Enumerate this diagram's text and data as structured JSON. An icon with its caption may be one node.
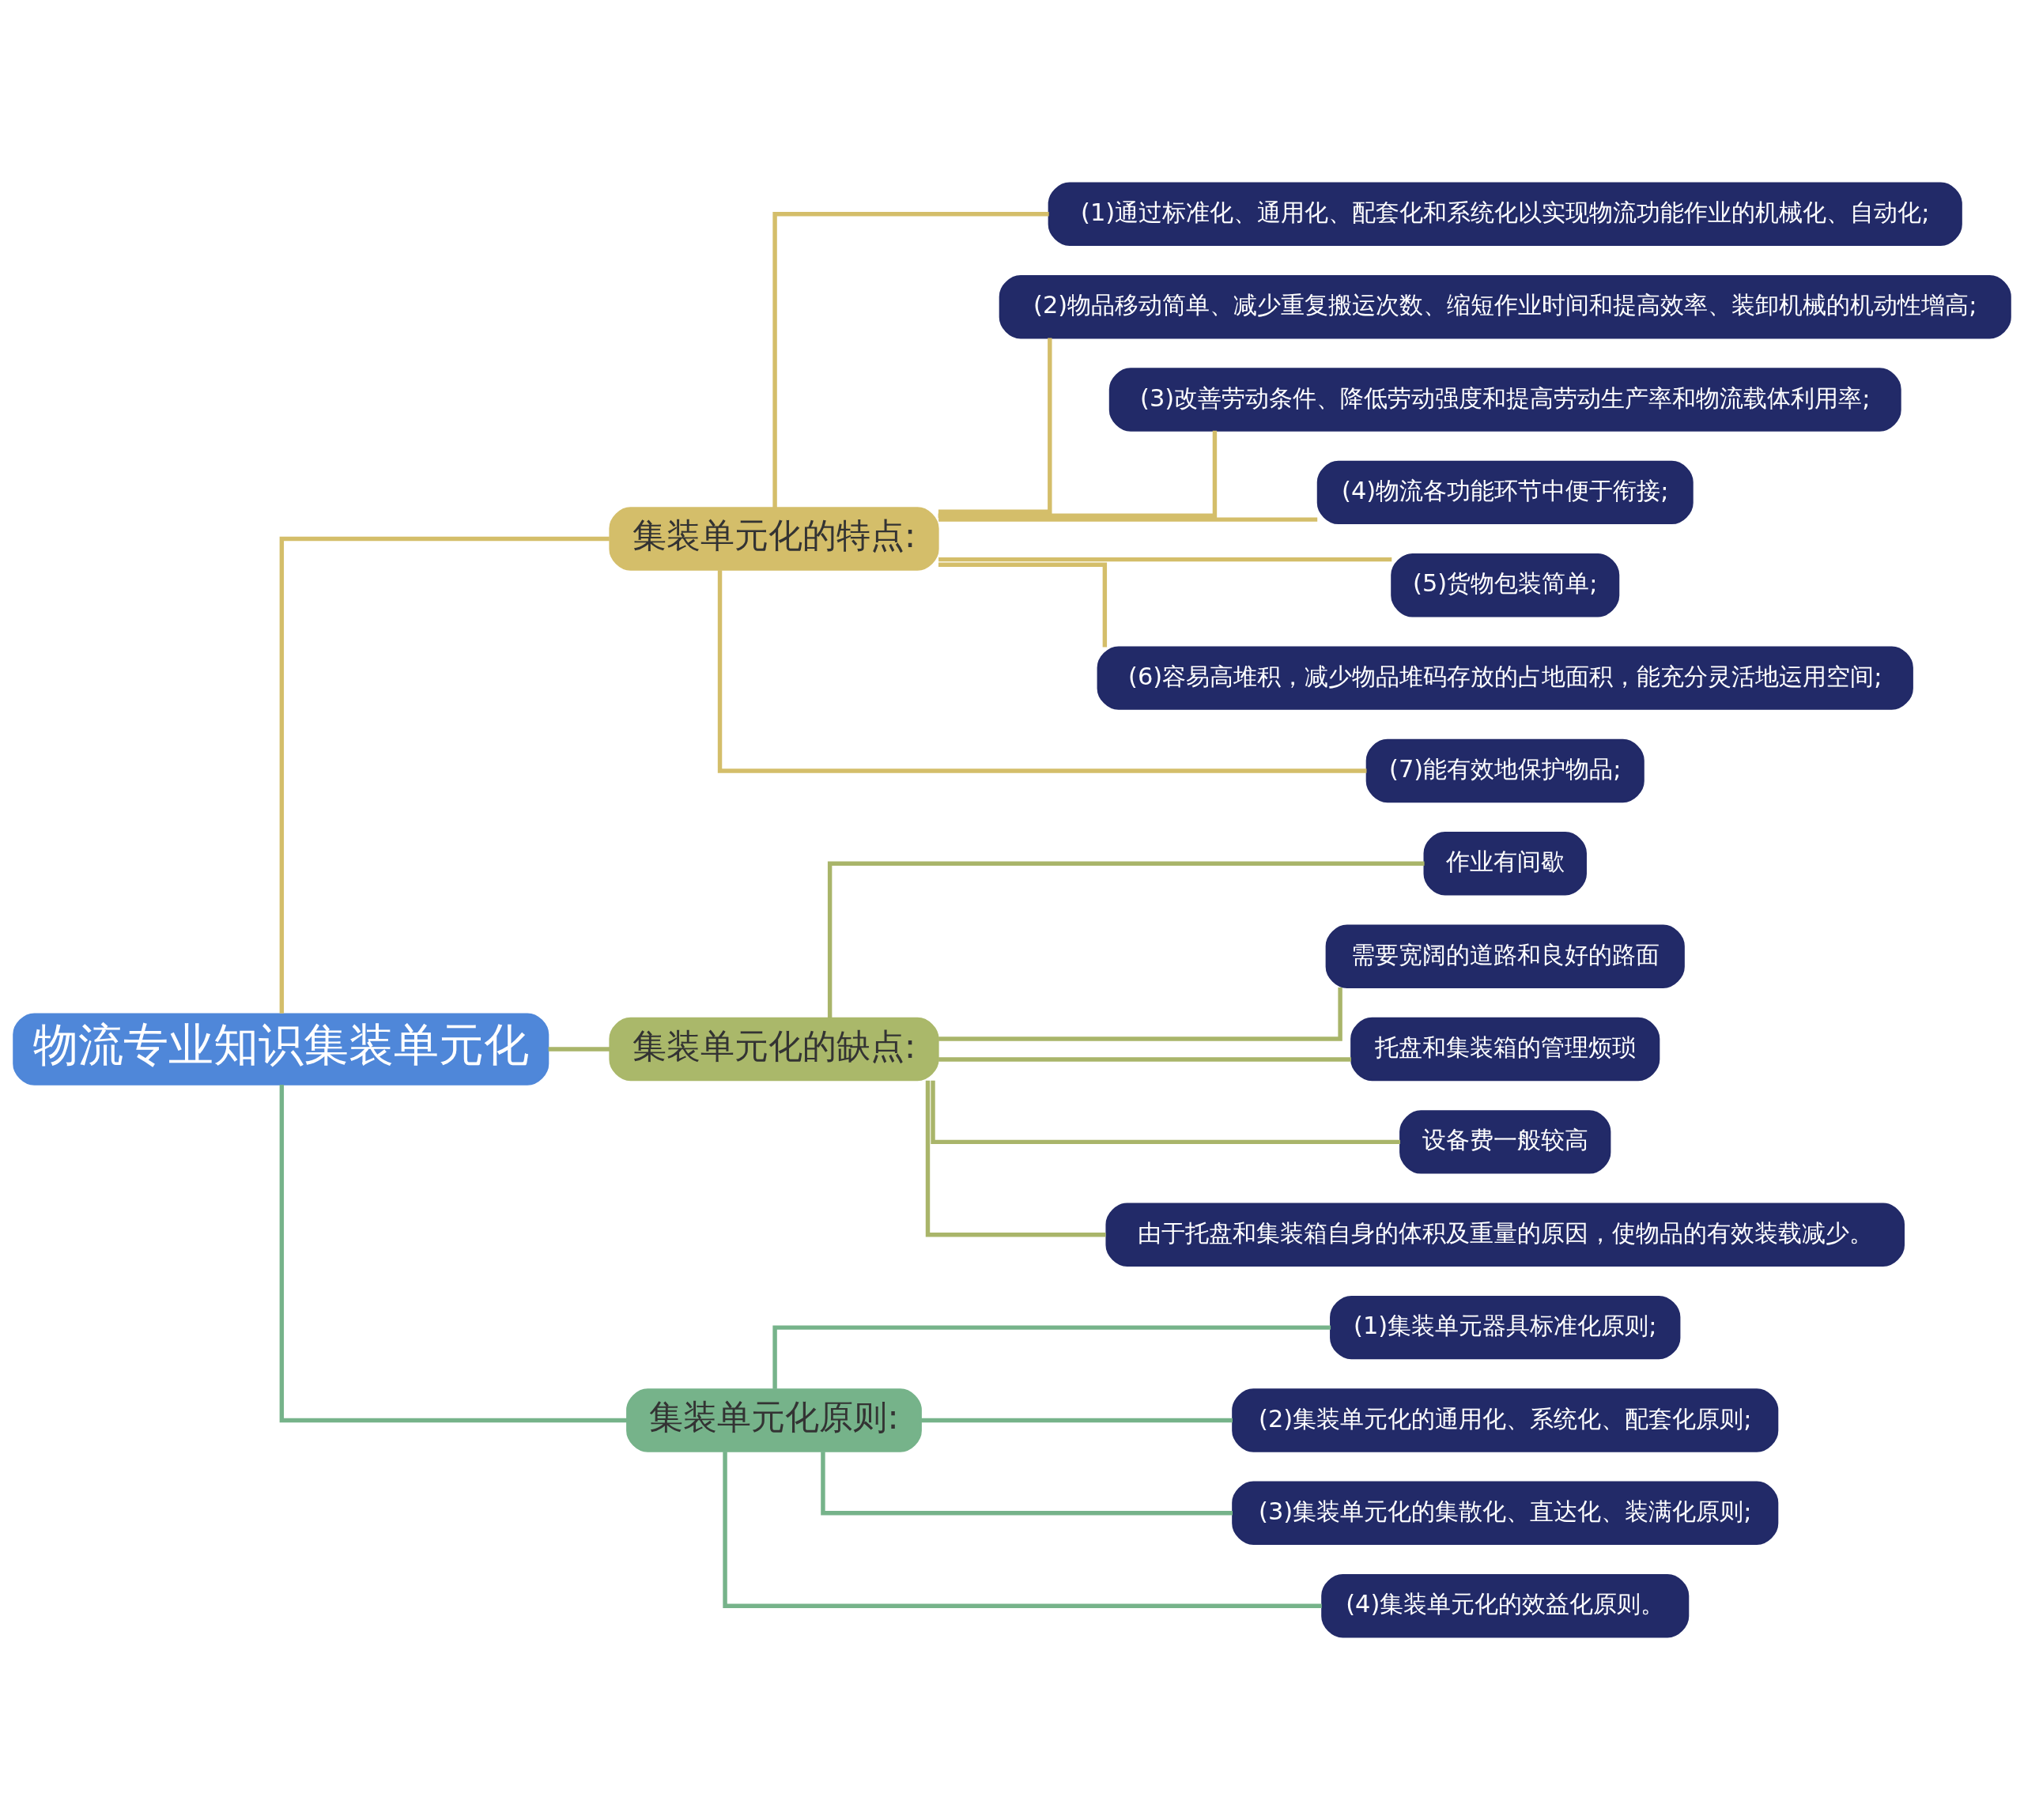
{
  "diagram": {
    "nodes": [
      {
        "text": [
          "物流专业知识集装单元化"
        ]
      },
      {
        "text": [
          "集装单元化的特点:"
        ]
      },
      {
        "text": [
          "(1)通过标准化、通用化、配套化和系统化以实现物流功能作业的机械化、自动化;"
        ]
      },
      {
        "text": [
          "(2)物品移动简单、减少重复搬运次数、缩短作业时间和提高效率、装卸机械的机动性增高;"
        ]
      },
      {
        "text": [
          "(3)改善劳动条件、降低劳动强度和提高劳动生产率和物流载体利用率;"
        ]
      },
      {
        "text": [
          "(4)物流各功能环节中便于衔接;"
        ]
      },
      {
        "text": [
          "(5)货物包装简单;"
        ]
      },
      {
        "text": [
          "(6)容易高堆积，减少物品堆码存放的占地面积，能充分灵活地运用空间;"
        ]
      },
      {
        "text": [
          "(7)能有效地保护物品;"
        ]
      },
      {
        "text": [
          "集装单元化的缺点:"
        ]
      },
      {
        "text": [
          "作业有间歇"
        ]
      },
      {
        "text": [
          "需要宽阔的道路和良好的路面"
        ]
      },
      {
        "text": [
          "托盘和集装箱的管理烦琐"
        ]
      },
      {
        "text": [
          "设备费一般较高"
        ]
      },
      {
        "text": [
          "由于托盘和集装箱自身的体积及重量的原因，使物品的有效装载减少。"
        ]
      },
      {
        "text": [
          "集装单元化原则:"
        ]
      },
      {
        "text": [
          "(1)集装单元器具标准化原则;"
        ]
      },
      {
        "text": [
          "(2)集装单元化的通用化、系统化、配套化原则;"
        ]
      },
      {
        "text": [
          "(3)集装单元化的集散化、直达化、装满化原则;"
        ]
      },
      {
        "text": [
          "(4)集装单元化的效益化原则。"
        ]
      }
    ],
    "edges": [
      {
        "from": 0,
        "to": 1,
        "arrow": "none"
      },
      {
        "from": 1,
        "to": 2,
        "arrow": "none"
      },
      {
        "from": 1,
        "to": 3,
        "arrow": "none"
      },
      {
        "from": 1,
        "to": 4,
        "arrow": "none"
      },
      {
        "from": 1,
        "to": 5,
        "arrow": "none"
      },
      {
        "from": 1,
        "to": 6,
        "arrow": "none"
      },
      {
        "from": 1,
        "to": 7,
        "arrow": "none"
      },
      {
        "from": 1,
        "to": 8,
        "arrow": "none"
      },
      {
        "from": 0,
        "to": 9,
        "arrow": "none",
        "color": "#a9b56a"
      },
      {
        "from": 9,
        "to": 10,
        "arrow": "none",
        "color": "#a9b56a"
      },
      {
        "from": 9,
        "to": 11,
        "arrow": "none",
        "color": "#a9b56a"
      },
      {
        "from": 9,
        "to": 12,
        "arrow": "none",
        "color": "#a9b56a"
      },
      {
        "from": 9,
        "to": 13,
        "arrow": "none",
        "color": "#a9b56a"
      },
      {
        "from": 9,
        "to": 14,
        "arrow": "none",
        "color": "#a9b56a"
      },
      {
        "from": 0,
        "to": 15,
        "arrow": "none",
        "color": "#76b38a"
      },
      {
        "from": 15,
        "to": 16,
        "arrow": "none",
        "color": "#76b38a"
      },
      {
        "from": 15,
        "to": 17,
        "arrow": "none",
        "color": "#76b38a"
      },
      {
        "from": 15,
        "to": 18,
        "arrow": "none",
        "color": "#76b38a"
      },
      {
        "from": 15,
        "to": 19,
        "arrow": "none",
        "color": "#76b38a"
      }
    ]
  }
}
